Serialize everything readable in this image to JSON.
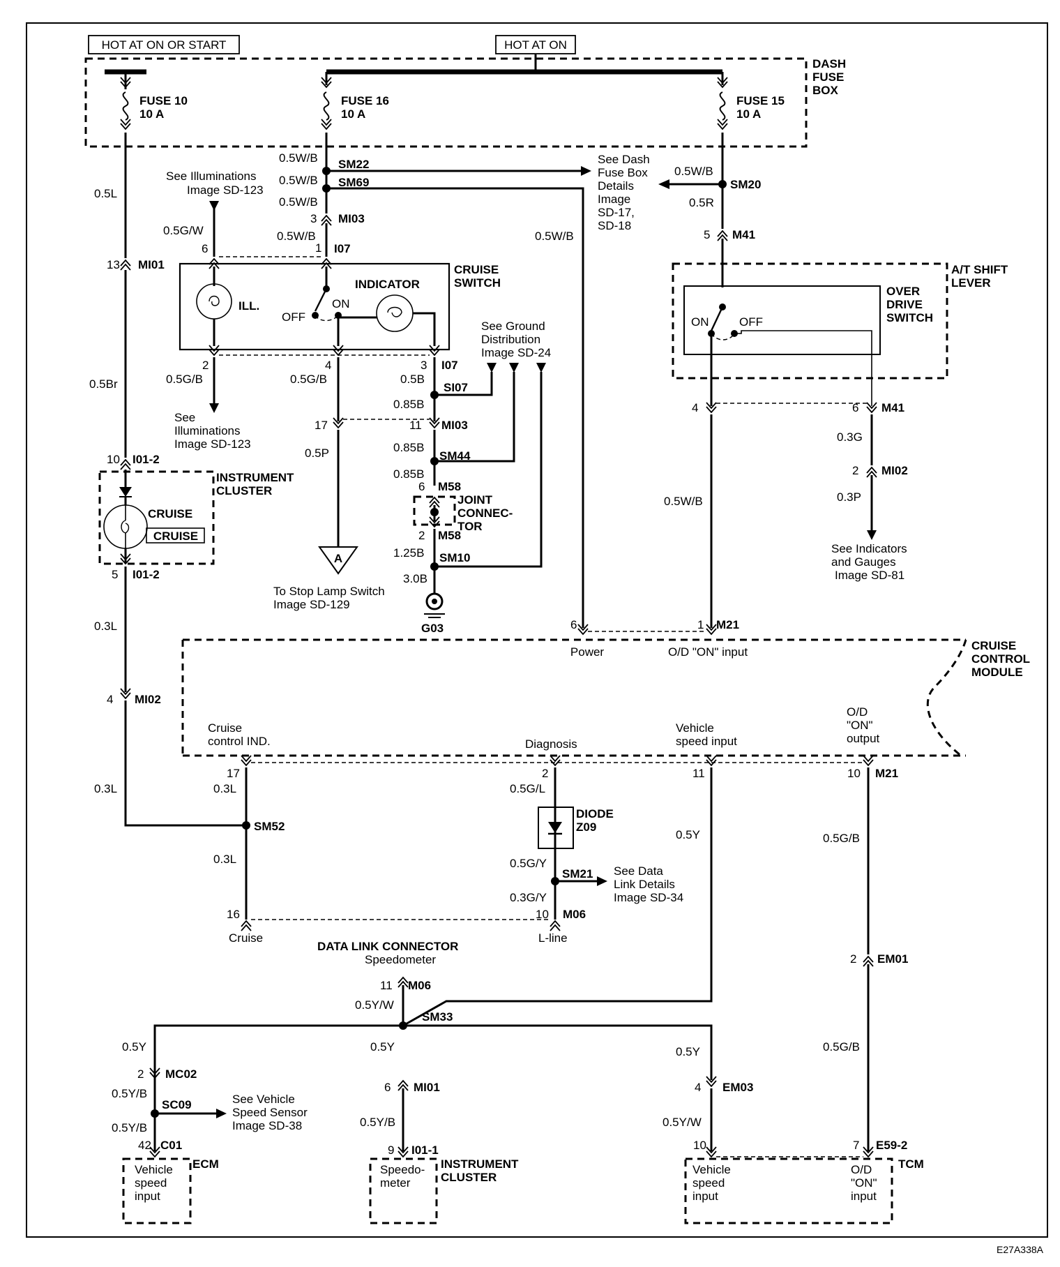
{
  "header": {
    "hot_on_start": "HOT AT ON OR START",
    "hot_on": "HOT AT ON"
  },
  "fuse_box": {
    "l1": "DASH",
    "l2": "FUSE",
    "l3": "BOX",
    "f10": "FUSE 10",
    "f10a": "10 A",
    "f16": "FUSE 16",
    "f16a": "10 A",
    "f15": "FUSE 15",
    "f15a": "10 A"
  },
  "wires": {
    "w05L": "0.5L",
    "w05Br": "0.5Br",
    "w03L_1": "0.3L",
    "w03L_2": "0.3L",
    "w03L_3": "0.3L",
    "w03L_4": "0.3L",
    "w05WB_1": "0.5W/B",
    "w05WB_2": "0.5W/B",
    "w05WB_3": "0.5W/B",
    "w05WB_4": "0.5W/B",
    "w05WB_5": "0.5W/B",
    "w05WB_6": "0.5W/B",
    "w05WB_7": "0.5W/B",
    "w05R": "0.5R",
    "w05GW": "0.5G/W",
    "w05GB": "0.5G/B",
    "w05GB2": "0.5G/B",
    "w05GB3": "0.5G/B",
    "w05GB4": "0.5G/B",
    "w05P": "0.5P",
    "w05B": "0.5B",
    "w085B_1": "0.85B",
    "w085B_2": "0.85B",
    "w085B_3": "0.85B",
    "w125B": "1.25B",
    "w30B": "3.0B",
    "w03G": "0.3G",
    "w03P": "0.3P",
    "w05GL": "0.5G/L",
    "w05GY": "0.5G/Y",
    "w03GY": "0.3G/Y",
    "w05Y_1": "0.5Y",
    "w05Y_2": "0.5Y",
    "w05Y_3": "0.5Y",
    "w05Y_4": "0.5Y",
    "w05YW_1": "0.5Y/W",
    "w05YW_2": "0.5Y/W",
    "w05YB_1": "0.5Y/B",
    "w05YB_2": "0.5Y/B",
    "w05YB_3": "0.5Y/B"
  },
  "conn": {
    "SM22": "SM22",
    "SM69": "SM69",
    "SM20": "SM20",
    "MI03": "MI03",
    "I07": "I07",
    "M41": "M41",
    "MI01": "MI01",
    "SI07": "SI07",
    "SM44": "SM44",
    "M58": "M58",
    "SM10": "SM10",
    "G03": "G03",
    "I01_2": "I01-2",
    "MI02": "MI02",
    "M21": "M21",
    "SM52": "SM52",
    "SM21": "SM21",
    "M06": "M06",
    "EM01": "EM01",
    "SM33": "SM33",
    "MC02": "MC02",
    "SC09": "SC09",
    "C01": "C01",
    "I01_1": "I01-1",
    "EM03": "EM03",
    "E59_2": "E59-2"
  },
  "pins": {
    "p13": "13",
    "p6": "6",
    "p1": "1",
    "p3": "3",
    "p5": "5",
    "p2": "2",
    "p4": "4",
    "p3b": "3",
    "p17": "17",
    "p11": "11",
    "p6b": "6",
    "p2b": "2",
    "p10": "10",
    "p5b": "5",
    "p4b": "4",
    "p6c": "6",
    "p2c": "2",
    "p4c": "4",
    "p6d": "6",
    "p1b": "1",
    "p17b": "17",
    "p2d": "2",
    "p11b": "11",
    "p10b": "10",
    "p16": "16",
    "p10c": "10",
    "p2e": "2",
    "p11c": "11",
    "p2f": "2",
    "p6e": "6",
    "p4d": "4",
    "p42": "42",
    "p9": "9",
    "p10d": "10",
    "p7": "7"
  },
  "cruise_switch": {
    "title1": "CRUISE",
    "title2": "SWITCH",
    "indicator": "INDICATOR",
    "ill": "ILL.",
    "off": "OFF",
    "on": "ON"
  },
  "refs": {
    "ill1": "See Illuminations",
    "ill1b": "Image  SD-123",
    "ill2a": "See",
    "ill2b": "Illuminations",
    "ill2c": "Image  SD-123",
    "dfb1": "See Dash",
    "dfb2": "Fuse Box",
    "dfb3": "Details",
    "dfb4": "Image",
    "dfb5": "SD-17,",
    "dfb6": "SD-18",
    "gnd1": "See Ground",
    "gnd2": "Distribution",
    "gnd3": "Image  SD-24",
    "stop1": "To Stop Lamp Switch",
    "stop2": "Image  SD-129",
    "ind1": "See Indicators",
    "ind2": "and Gauges",
    "ind3": "Image  SD-81",
    "dl1": "See Data",
    "dl2": "Link Details",
    "dl3": "Image  SD-34",
    "vss1": "See Vehicle",
    "vss2": "Speed Sensor",
    "vss3": "Image  SD-38"
  },
  "at": {
    "l1": "A/T SHIFT",
    "l2": "LEVER",
    "od1": "OVER",
    "od2": "DRIVE",
    "od3": "SWITCH",
    "on": "ON",
    "off": "OFF"
  },
  "joint": {
    "l1": "JOINT",
    "l2": "CONNEC-",
    "l3": "TOR"
  },
  "stop_tri": "A",
  "ic": {
    "l1": "INSTRUMENT",
    "l2": "CLUSTER",
    "cruise": "CRUISE",
    "cruise_box": "CRUISE"
  },
  "module": {
    "l1": "CRUISE",
    "l2": "CONTROL",
    "l3": "MODULE",
    "power": "Power",
    "od_in": "O/D \"ON\" input",
    "ind1": "Cruise",
    "ind2": "control IND.",
    "diag": "Diagnosis",
    "vs1": "Vehicle",
    "vs2": "speed input",
    "odo1": "O/D",
    "odo2": "\"ON\"",
    "odo3": "output"
  },
  "diode": {
    "l1": "DIODE",
    "l2": "Z09"
  },
  "dlc": {
    "title": "DATA  LINK  CONNECTOR",
    "cruise": "Cruise",
    "lline": "L-line",
    "speedo": "Speedometer"
  },
  "ecm": {
    "name": "ECM",
    "i1": "Vehicle",
    "i2": "speed",
    "i3": "input"
  },
  "ic2": {
    "l1": "INSTRUMENT",
    "l2": "CLUSTER",
    "i1": "Speedo-",
    "i2": "meter"
  },
  "tcm": {
    "name": "TCM",
    "v1": "Vehicle",
    "v2": "speed",
    "v3": "input",
    "o1": "O/D",
    "o2": "\"ON\"",
    "o3": "input"
  },
  "code": "E27A338A"
}
